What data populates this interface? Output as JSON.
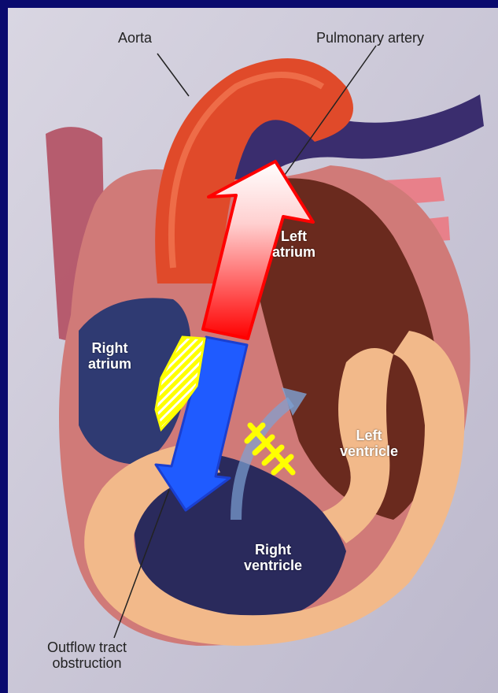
{
  "labels": {
    "aorta": "Aorta",
    "pulmonary_artery": "Pulmonary artery",
    "left_atrium_1": "Left",
    "left_atrium_2": "atrium",
    "right_atrium_1": "Right",
    "right_atrium_2": "atrium",
    "left_ventricle_1": "Left",
    "left_ventricle_2": "ventricle",
    "right_ventricle_1": "Right",
    "right_ventricle_2": "ventricle",
    "outflow_1": "Outflow tract",
    "outflow_2": "obstruction"
  },
  "colors": {
    "background": "#0a0a6e",
    "panel": "#c9c6d6",
    "aorta": "#e04a2a",
    "pulmonary": "#3a2d6e",
    "septum": "#f2b98a",
    "right_atrium": "#2f3a72",
    "left_chamber": "#6a2a1e",
    "right_ventricle": "#2a2a5c",
    "arrow_up_top": "#ffffff",
    "arrow_up_bottom": "#ff0000",
    "arrow_down": "#1f5bff",
    "annotation_yellow": "#ffff00"
  }
}
